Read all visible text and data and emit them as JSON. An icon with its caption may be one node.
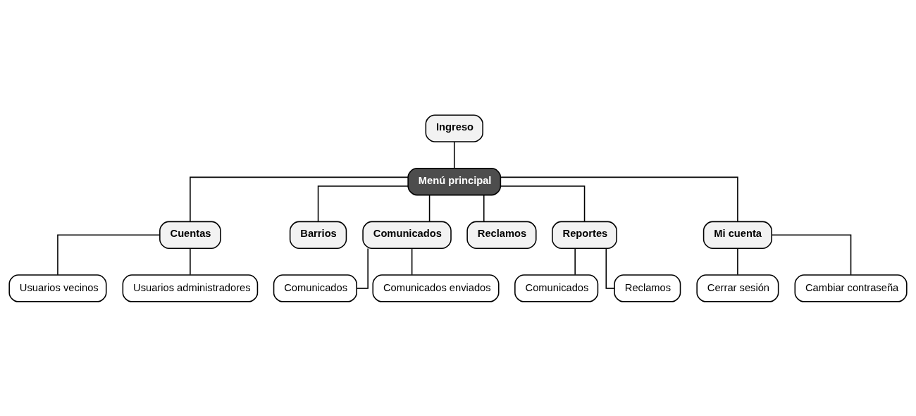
{
  "diagram": {
    "nodes": [
      {
        "text": [
          "Ingreso"
        ]
      },
      {
        "text": [
          "Menú principal"
        ]
      },
      {
        "text": [
          "Cuentas"
        ]
      },
      {
        "text": [
          "Barrios"
        ]
      },
      {
        "text": [
          "Comunicados"
        ]
      },
      {
        "text": [
          "Reclamos"
        ]
      },
      {
        "text": [
          "Reportes"
        ]
      },
      {
        "text": [
          "Mi cuenta"
        ]
      },
      {
        "text": [
          "Usuarios vecinos"
        ]
      },
      {
        "text": [
          "Usuarios administradores"
        ]
      },
      {
        "text": [
          "Comunicados"
        ]
      },
      {
        "text": [
          "Comunicados enviados"
        ]
      },
      {
        "text": [
          "Comunicados"
        ]
      },
      {
        "text": [
          "Reclamos"
        ]
      },
      {
        "text": [
          "Cerrar sesión"
        ]
      },
      {
        "text": [
          "Cambiar contraseña"
        ]
      }
    ],
    "edges": [
      {
        "from": 0,
        "to": 1,
        "arrow": "none"
      },
      {
        "from": 1,
        "to": 2,
        "arrow": "none"
      },
      {
        "from": 1,
        "to": 3,
        "arrow": "none"
      },
      {
        "from": 1,
        "to": 4,
        "arrow": "none"
      },
      {
        "from": 1,
        "to": 5,
        "arrow": "none"
      },
      {
        "from": 1,
        "to": 6,
        "arrow": "none"
      },
      {
        "from": 1,
        "to": 7,
        "arrow": "none"
      },
      {
        "from": 2,
        "to": 8,
        "arrow": "none"
      },
      {
        "from": 2,
        "to": 9,
        "arrow": "none"
      },
      {
        "from": 4,
        "to": 10,
        "arrow": "none"
      },
      {
        "from": 4,
        "to": 11,
        "arrow": "none"
      },
      {
        "from": 6,
        "to": 12,
        "arrow": "none"
      },
      {
        "from": 6,
        "to": 13,
        "arrow": "none"
      },
      {
        "from": 7,
        "to": 14,
        "arrow": "none"
      },
      {
        "from": 7,
        "to": 15,
        "arrow": "none"
      }
    ]
  }
}
